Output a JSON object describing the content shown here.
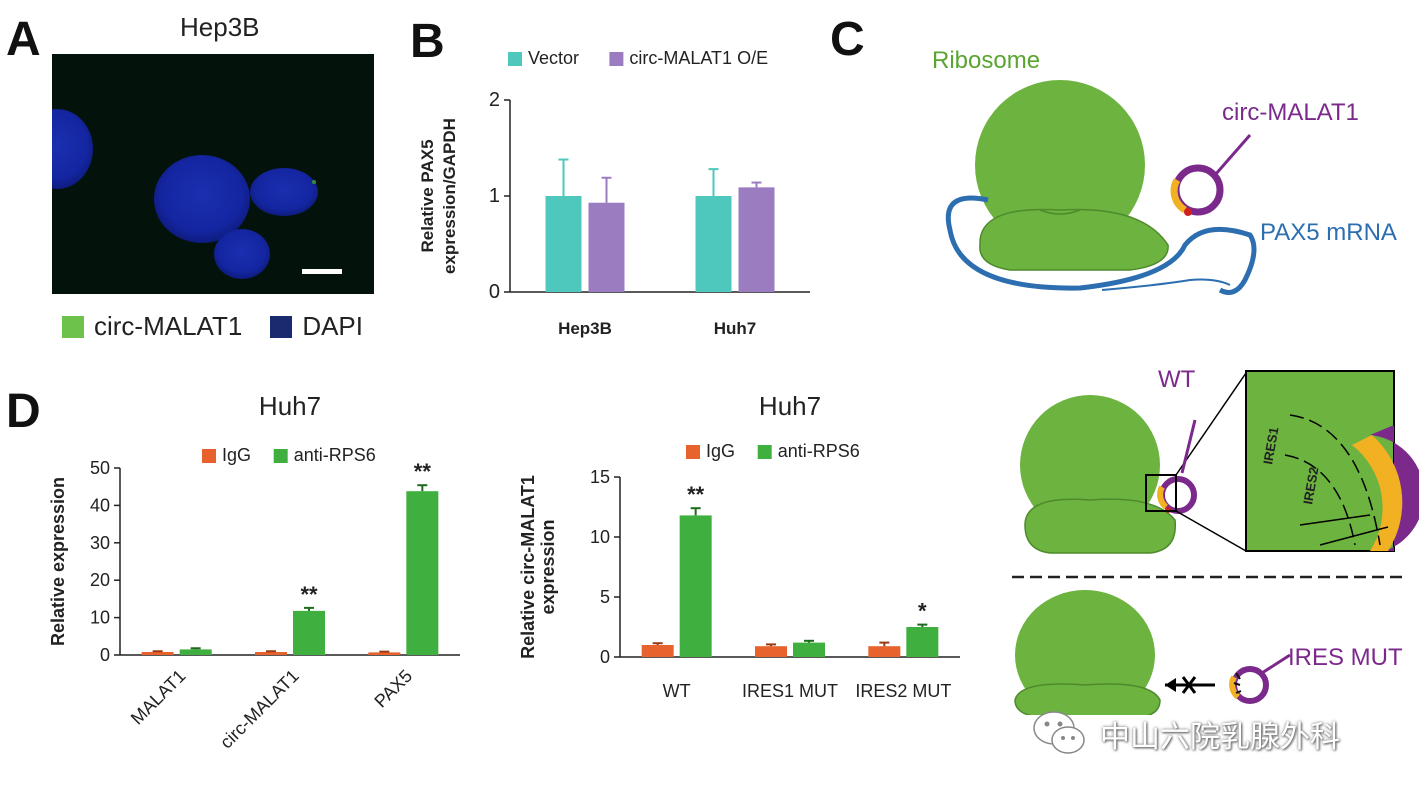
{
  "panels": {
    "a": "A",
    "b": "B",
    "c": "C",
    "d": "D"
  },
  "panel_a": {
    "title": "Hep3B",
    "legend": [
      {
        "label": "circ-MALAT1",
        "color": "#6dc24b"
      },
      {
        "label": "DAPI",
        "color": "#1a2a6e"
      }
    ]
  },
  "panel_c": {
    "ribosome": "Ribosome",
    "circ": "circ-MALAT1",
    "mrna": "PAX5 mRNA",
    "wt": "WT",
    "ires1": "IRES1",
    "ires2": "IRES2",
    "ires_mut": "IRES MUT",
    "colors": {
      "ribosome": "#6cb33f",
      "circ": "#7b2a8c",
      "ires": "#f2b122",
      "mrna": "#2c6eb0",
      "label_green": "#5aa532"
    }
  },
  "watermark": {
    "text": "中山六院乳腺外科",
    "icon": "wechat-icon"
  },
  "chart_data": [
    {
      "type": "bar",
      "categories": [
        "Hep3B",
        "Huh7"
      ],
      "series": [
        {
          "name": "Vector",
          "color": "#4ec8bd",
          "values": [
            1.0,
            1.0
          ],
          "errors": [
            0.38,
            0.28
          ]
        },
        {
          "name": "circ-MALAT1 O/E",
          "color": "#9b7cc1",
          "values": [
            0.93,
            1.09
          ],
          "errors": [
            0.26,
            0.05
          ]
        }
      ],
      "ylabel": [
        "Relative PAX5",
        "expression/GAPDH"
      ],
      "ylim": [
        0,
        2
      ],
      "yticks": [
        "0",
        "1",
        "2"
      ],
      "legend": "top",
      "grid": false
    },
    {
      "type": "bar",
      "title": "Huh7",
      "categories": [
        "MALAT1",
        "circ-MALAT1",
        "PAX5"
      ],
      "series": [
        {
          "name": "IgG",
          "color": "#e8622d",
          "values": [
            0.8,
            0.8,
            0.7
          ],
          "errors": [
            0.2,
            0.2,
            0.2
          ]
        },
        {
          "name": "anti-RPS6",
          "color": "#3fb03f",
          "values": [
            1.5,
            11.8,
            43.8
          ],
          "errors": [
            0.3,
            0.8,
            1.6
          ]
        }
      ],
      "annotations": [
        "",
        "**",
        "**"
      ],
      "ylabel": [
        "Relative expression"
      ],
      "ylim": [
        0,
        50
      ],
      "yticks": [
        "0",
        "10",
        "20",
        "30",
        "40",
        "50"
      ],
      "legend": "top",
      "grid": false
    },
    {
      "type": "bar",
      "title": "Huh7",
      "categories": [
        "WT",
        "IRES1 MUT",
        "IRES2 MUT"
      ],
      "series": [
        {
          "name": "IgG",
          "color": "#e8622d",
          "values": [
            1.0,
            0.9,
            0.9
          ],
          "errors": [
            0.15,
            0.15,
            0.3
          ]
        },
        {
          "name": "anti-RPS6",
          "color": "#3fb03f",
          "values": [
            11.8,
            1.2,
            2.5
          ],
          "errors": [
            0.6,
            0.15,
            0.2
          ]
        }
      ],
      "annotations": [
        "**",
        "",
        "*"
      ],
      "ylabel": [
        "Relative circ-MALAT1",
        "expression"
      ],
      "ylim": [
        0,
        15
      ],
      "yticks": [
        "0",
        "5",
        "10",
        "15"
      ],
      "legend": "top",
      "grid": false
    }
  ]
}
